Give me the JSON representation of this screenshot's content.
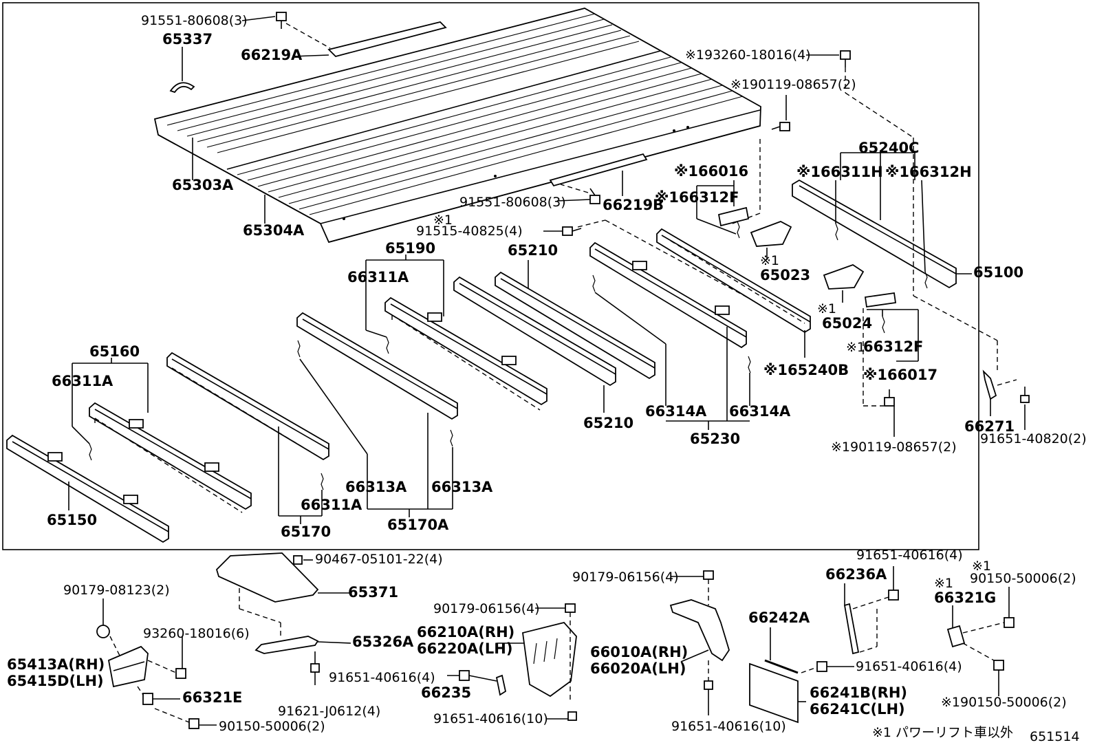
{
  "diagram_id": "651514",
  "footnote": "※1 パワーリフト車以外",
  "labels": {
    "l_91551_80608_top": "91551-80608(3)",
    "l_65337": "65337",
    "l_66219A": "66219A",
    "l_193260_18016": "※193260-18016(4)",
    "l_190119_08657_top": "※190119-08657(2)",
    "l_65303A": "65303A",
    "l_65304A": "65304A",
    "l_91551_80608_mid": "91551-80608(3)",
    "l_66219B": "66219B",
    "l_166016": "※166016",
    "l_166312F_top": "※166312F",
    "l_note_x1": "※1",
    "l_91515_40825": "91515-40825(4)",
    "l_65023_note": "※1",
    "l_65023": "65023",
    "l_65240C": "65240C",
    "l_166311H": "※166311H",
    "l_166312H": "※166312H",
    "l_65100": "65100",
    "l_65190": "65190",
    "l_66311A_mid": "66311A",
    "l_65210_top": "65210",
    "l_65024_note": "※1",
    "l_65024": "65024",
    "l_66312F_right_note": "※1",
    "l_66312F_right": "66312F",
    "l_165240B": "※165240B",
    "l_166017": "※166017",
    "l_65160": "65160",
    "l_66311A_left": "66311A",
    "l_65210_bot": "65210",
    "l_66314A_l": "66314A",
    "l_66314A_r": "66314A",
    "l_65230": "65230",
    "l_190119_08657_bot": "※190119-08657(2)",
    "l_66271": "66271",
    "l_91651_40820": "91651-40820(2)",
    "l_66313A_l": "66313A",
    "l_66313A_r": "66313A",
    "l_66311A_low": "66311A",
    "l_65150": "65150",
    "l_65170": "65170",
    "l_65170A": "65170A",
    "l_90467_05101": "90467-05101-22(4)",
    "l_90179_08123": "90179-08123(2)",
    "l_65371": "65371",
    "l_93260_18016": "93260-18016(6)",
    "l_65326A": "65326A",
    "l_65413A": "65413A(RH)",
    "l_65415D": "65415D(LH)",
    "l_66321E": "66321E",
    "l_91651_40616_a": "91651-40616(4)",
    "l_91621_J0612": "91621-J0612(4)",
    "l_90150_50006_left": "90150-50006(2)",
    "l_90179_06156_a": "90179-06156(4)",
    "l_66210A": "66210A(RH)",
    "l_66220A": "66220A(LH)",
    "l_66235": "66235",
    "l_91651_40616_b": "91651-40616(10)",
    "l_90179_06156_b": "90179-06156(4)",
    "l_66010A": "66010A(RH)",
    "l_66020A": "66020A(LH)",
    "l_91651_40616_c": "91651-40616(10)",
    "l_66242A": "66242A",
    "l_66241B": "66241B(RH)",
    "l_66241C": "66241C(LH)",
    "l_91651_40616_d": "91651-40616(4)",
    "l_66236A": "66236A",
    "l_91651_40616_e": "91651-40616(4)",
    "l_90150_note": "※1",
    "l_90150_50006_r1": "90150-50006(2)",
    "l_66321G_note": "※1",
    "l_66321G": "66321G",
    "l_190150_50006": "※190150-50006(2)"
  }
}
